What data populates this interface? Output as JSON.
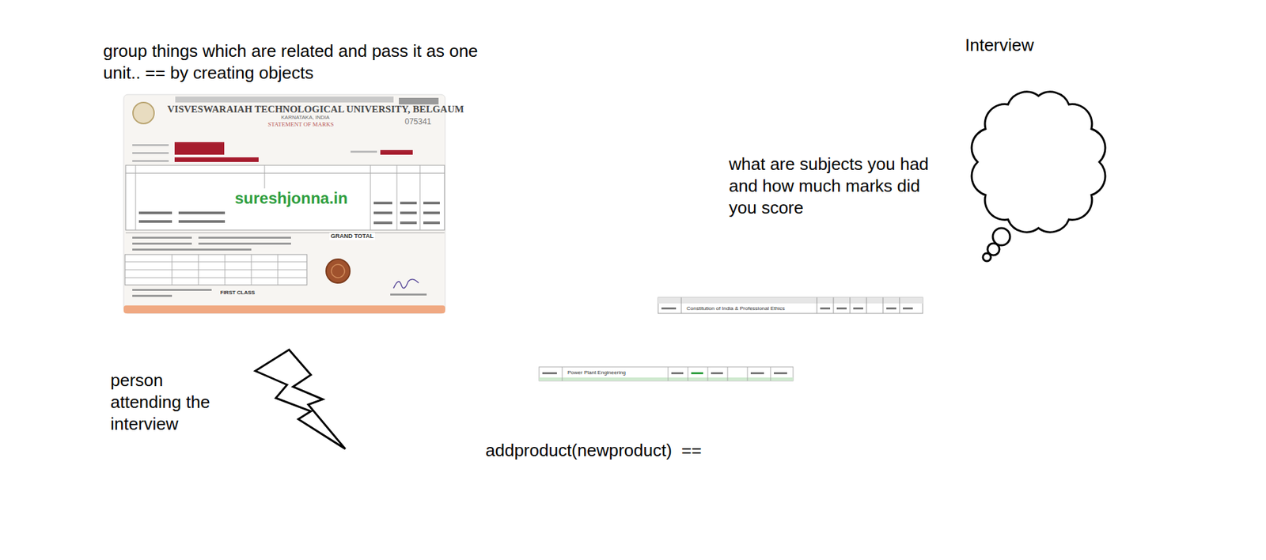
{
  "diagram": {
    "labels": [
      "group things which are related and pass it as one unit.. == by creating objects",
      "Interview",
      "what are subjects you had and how much marks did you score",
      "person attending the interview",
      "addproduct(newproduct)  ==",
      "VISVESWARAIAH TECHNOLOGICAL UNIVERSITY, BELGAUM",
      "KARNATAKA, INDIA",
      "STATEMENT OF MARKS",
      "075341",
      "sureshjonna.in",
      "GRAND TOTAL",
      "FIRST CLASS",
      "Constitution of India & Professional Ethics",
      "Power Plant Engineering"
    ]
  }
}
